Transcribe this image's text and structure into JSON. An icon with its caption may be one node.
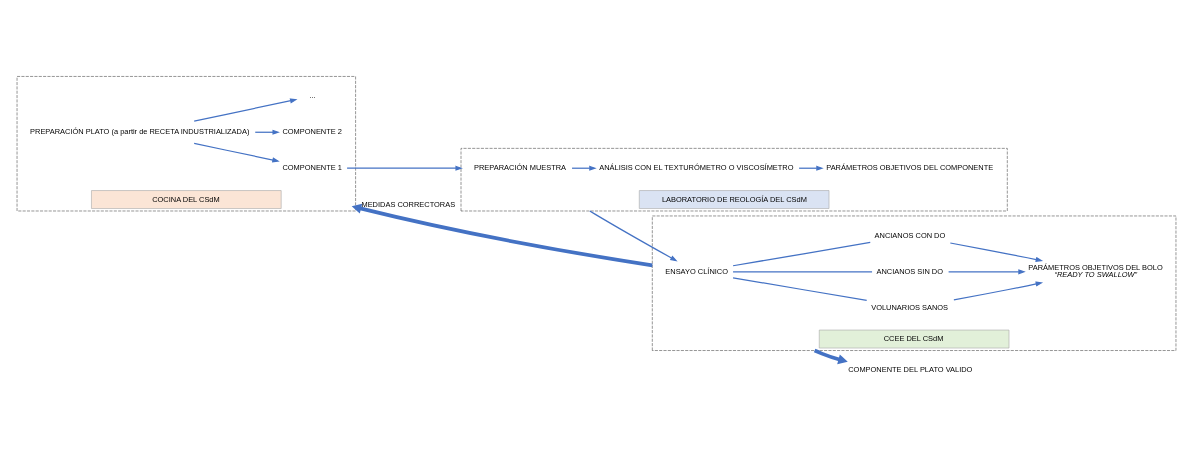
{
  "diagram": {
    "nodes": [
      {
        "text": [
          "COCINA DEL CSdM"
        ]
      },
      {
        "text": [
          "PREPARACIÓN PLATO (a partir de RECETA INDUSTRIALIZADA)"
        ],
        "in": 0
      },
      {
        "text": [
          "COMPONENTE 1"
        ],
        "in": 0
      },
      {
        "text": [
          "COMPONENTE 2"
        ],
        "in": 0
      },
      {
        "text": [
          "..."
        ],
        "in": 0
      },
      {
        "text": [
          "LABORATORIO DE REOLOGÍA DEL CSdM"
        ]
      },
      {
        "text": [
          "PREPARACIÓN MUESTRA"
        ],
        "in": 5
      },
      {
        "text": [
          "ANÁLISIS CON EL TEXTURÓMETRO O VISCOSÍMETRO"
        ],
        "in": 5
      },
      {
        "text": [
          "PARÁMETROS OBJETIVOS DEL COMPONENTE"
        ],
        "in": 5
      },
      {
        "text": [
          "CCEE DEL CSdM"
        ]
      },
      {
        "text": [
          "ENSAYO CLÍNICO"
        ],
        "in": 9
      },
      {
        "text": [
          "VOLUNARIOS SANOS"
        ],
        "in": 9
      },
      {
        "text": [
          "ANCIANOS SIN DO"
        ],
        "in": 9
      },
      {
        "text": [
          "ANCIANOS CON DO"
        ],
        "in": 9
      },
      {
        "text": [
          "PARÁMETROS OBJETIVOS DEL BOLO",
          "“READY TO SWALLOW”"
        ],
        "in": 9
      },
      {
        "text": [
          "COMPONENTE DEL PLATO VALIDO"
        ]
      }
    ],
    "edges": [
      {
        "from": 1,
        "to": 2,
        "arrow": "to"
      },
      {
        "from": 1,
        "to": 3,
        "arrow": "to"
      },
      {
        "from": 1,
        "to": 4,
        "arrow": "to"
      },
      {
        "from": 2,
        "to": 5,
        "arrow": "to"
      },
      {
        "from": 6,
        "to": 7,
        "arrow": "to"
      },
      {
        "from": 7,
        "to": 8,
        "arrow": "to"
      },
      {
        "from": 5,
        "to": 10,
        "arrow": "to"
      },
      {
        "from": 10,
        "to": 11,
        "arrow": "none"
      },
      {
        "from": 10,
        "to": 12,
        "arrow": "none"
      },
      {
        "from": 10,
        "to": 13,
        "arrow": "none"
      },
      {
        "from": 11,
        "to": 14,
        "arrow": "to"
      },
      {
        "from": 12,
        "to": 14,
        "arrow": "to"
      },
      {
        "from": 13,
        "to": 14,
        "arrow": "to"
      },
      {
        "from": 9,
        "to": 0,
        "arrow": "to",
        "label": "MEDIDAS CORRECTORAS",
        "style": "thick"
      },
      {
        "from": 9,
        "to": 15,
        "arrow": "to",
        "style": "thick"
      }
    ]
  }
}
